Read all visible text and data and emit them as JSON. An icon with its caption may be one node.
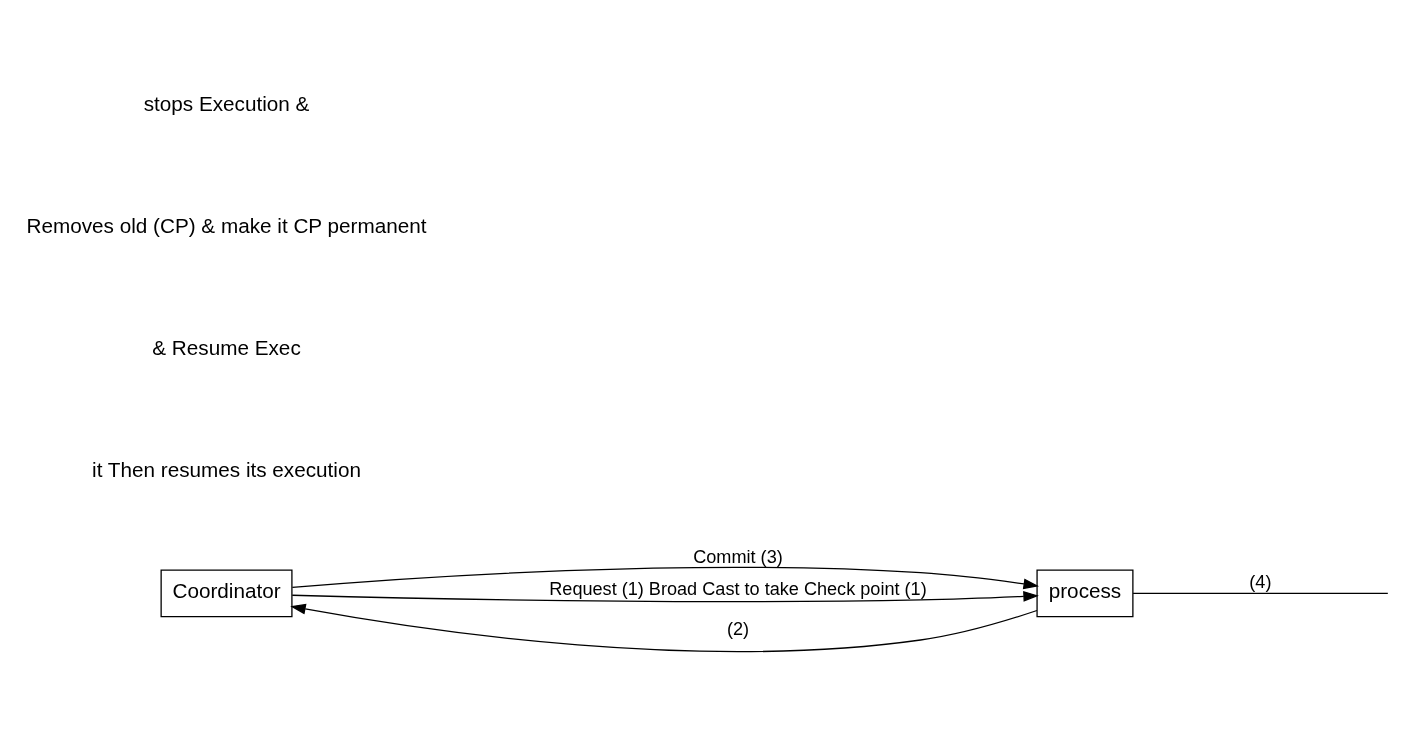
{
  "diagram": {
    "nodes": [
      {
        "text": [
          "Coordinator"
        ]
      },
      {
        "text": [
          "process"
        ]
      }
    ],
    "edges": [
      {
        "from": 0,
        "to": 1,
        "arrow": "to",
        "label": "Commit (3)"
      },
      {
        "from": 0,
        "to": 1,
        "arrow": "to",
        "label": "Request (1) Broad Cast to take Check point (1)"
      },
      {
        "from": 1,
        "to": 0,
        "arrow": "to",
        "label": "(2)"
      },
      {
        "from": 1,
        "to": null,
        "arrow": "none",
        "label": "(4)"
      }
    ],
    "labels": [
      "it Then resumes its execution",
      "& Resume Exec",
      "Removes old (CP) & make it CP permanent",
      "stops Execution &"
    ]
  }
}
